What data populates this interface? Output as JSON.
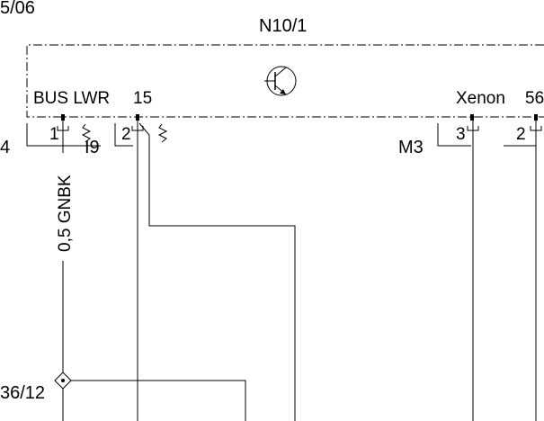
{
  "diagram": {
    "top_left_ref": "5/06",
    "component_title": "N10/1",
    "bus_label": "BUS LWR",
    "terminal_15": "15",
    "xenon_label": "Xenon",
    "terminal_56": "56",
    "left_edge_4": "4",
    "connector_19": "I9",
    "connector_m3": "M3",
    "pins": {
      "p1": "1",
      "p2": "2",
      "p3": "3",
      "p2b": "2"
    },
    "wire_label": "0,5 GNBK",
    "junction_ref": "36/12"
  },
  "icons": {
    "transistor": "transistor-symbol-icon",
    "junction": "diamond-junction-icon",
    "spring": "spring-contact-icon"
  }
}
